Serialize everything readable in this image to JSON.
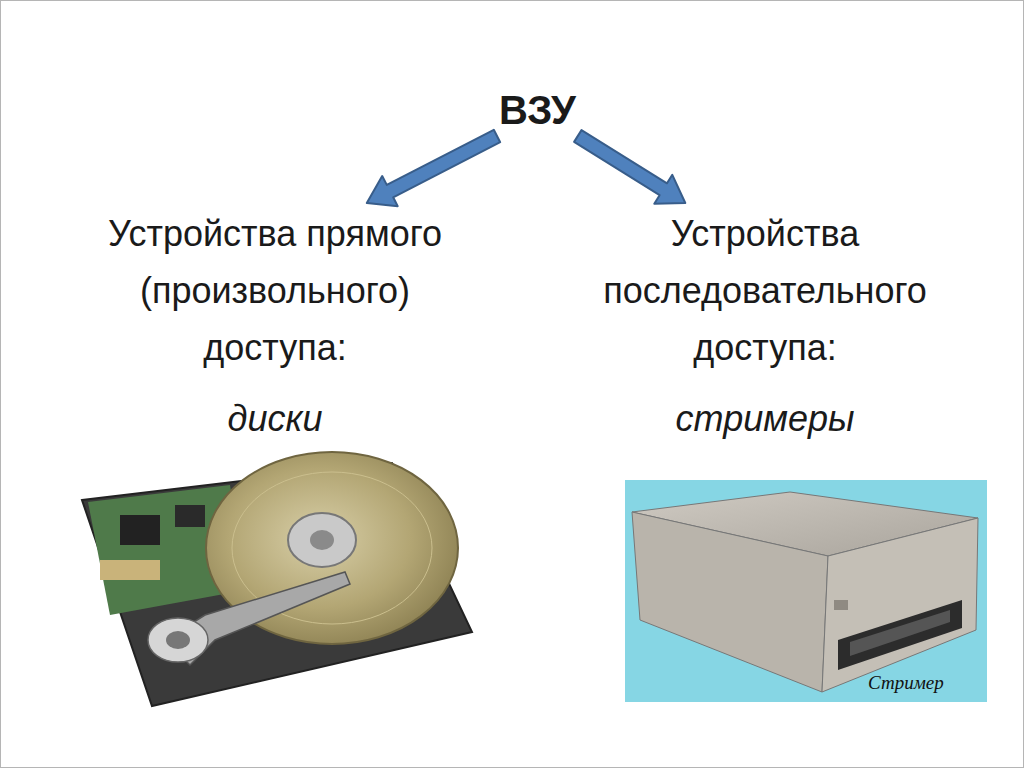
{
  "diagram": {
    "nodes": [
      {
        "text": [
          "ВЗУ"
        ]
      },
      {
        "text": [
          "Устройства прямого (произвольного) доступа:",
          "диски"
        ]
      },
      {
        "text": [
          "Устройства последовательного доступа:",
          "стримеры"
        ]
      }
    ],
    "edges": [
      {
        "from": 0,
        "to": 1,
        "arrow": "to"
      },
      {
        "from": 0,
        "to": 2,
        "arrow": "to"
      }
    ],
    "labels": [
      "Стример"
    ]
  }
}
